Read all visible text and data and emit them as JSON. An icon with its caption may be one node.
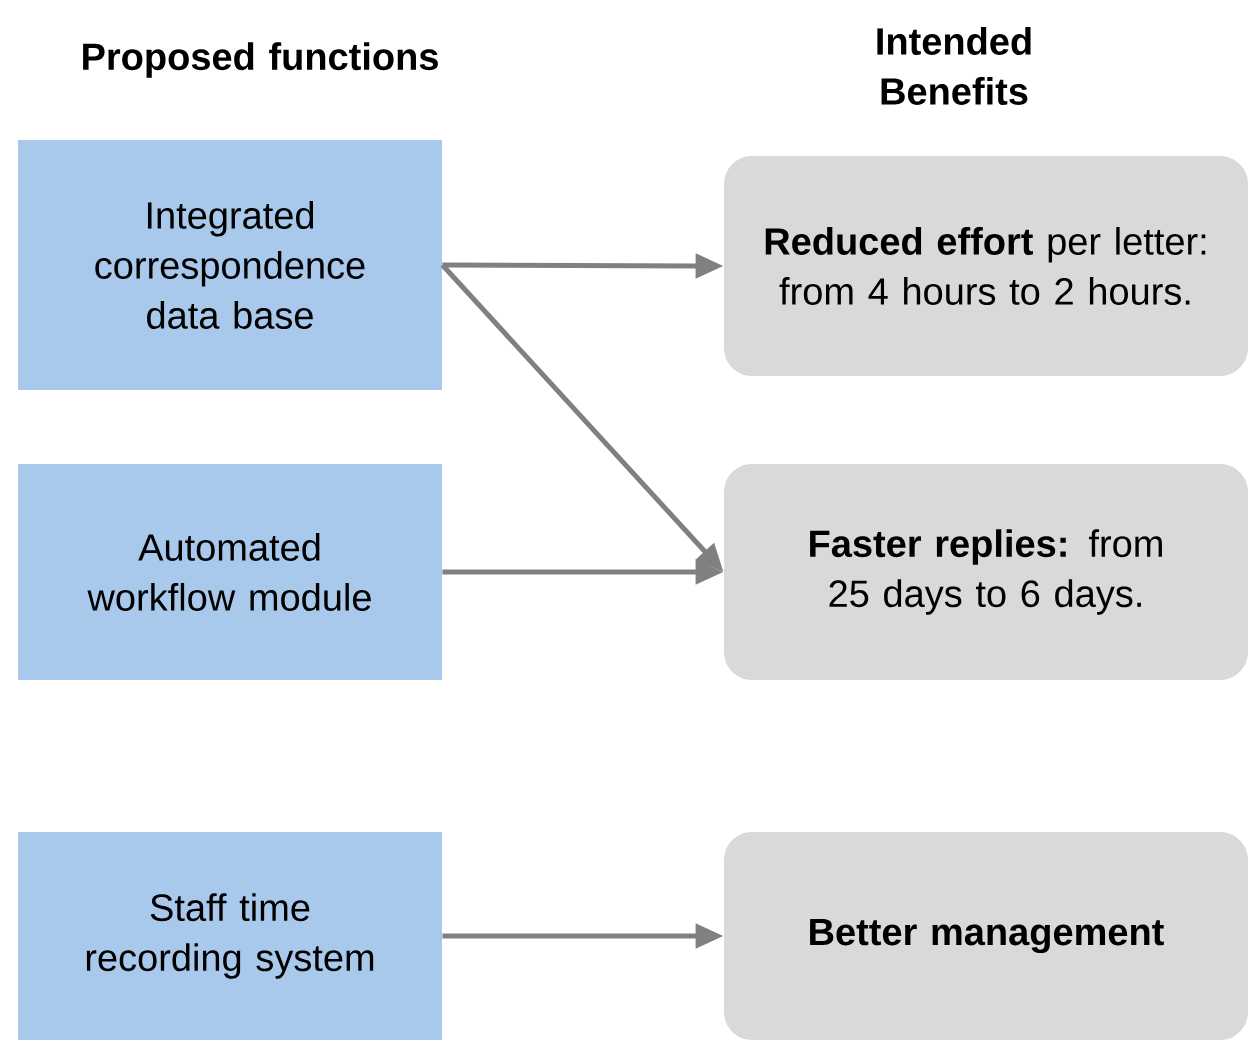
{
  "diagram": {
    "nodes": [
      {
        "text": [
          "Integrated correspondence data base"
        ]
      },
      {
        "text": [
          "Automated workflow module"
        ]
      },
      {
        "text": [
          "Staff time recording system"
        ]
      },
      {
        "text": [
          "**Reduced effort** per letter: from 4 hours to 2 hours."
        ]
      },
      {
        "text": [
          "**Faster replies:** from 25 days to 6 days."
        ]
      },
      {
        "text": [
          "Better management"
        ]
      }
    ],
    "edges": [
      {
        "from": 0,
        "to": 3,
        "arrow": "to"
      },
      {
        "from": 0,
        "to": 4,
        "arrow": "to"
      },
      {
        "from": 1,
        "to": 4,
        "arrow": "to"
      },
      {
        "from": 2,
        "to": 5,
        "arrow": "to"
      }
    ],
    "labels": [
      "Proposed functions",
      "Intended Benefits"
    ]
  }
}
